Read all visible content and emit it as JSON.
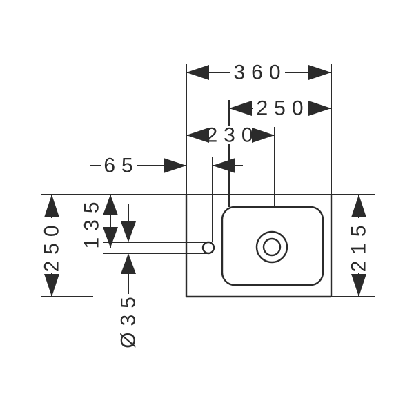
{
  "drawing": {
    "type": "technical-dimension-drawing",
    "subject": "square hand-rinse washbasin, top view with drain and single tap hole",
    "units": "mm",
    "background_color": "#ffffff",
    "line_color": "#2b2b2b",
    "dims": {
      "width_overall": "360",
      "width_inner": "250",
      "width_to_drain": "230",
      "offset_left": "65",
      "depth_overall": "250",
      "offset_top": "135",
      "hole_diameter": "Ø35",
      "height_side": "215"
    }
  }
}
